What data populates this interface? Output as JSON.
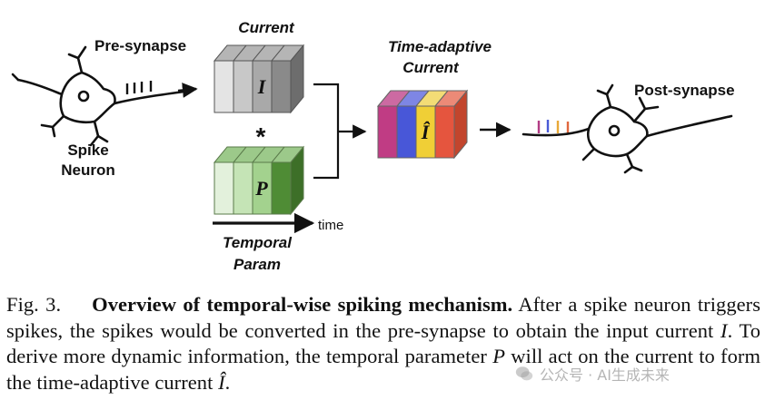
{
  "figure": {
    "labels": {
      "pre_synapse": "Pre-synapse",
      "spike_neuron_line1": "Spike",
      "spike_neuron_line2": "Neuron",
      "current": "Current",
      "current_symbol": "I",
      "operator": "*",
      "param_symbol": "P",
      "time": "time",
      "temporal_param_line1": "Temporal",
      "temporal_param_line2": "Param",
      "time_adaptive_line1": "Time-adaptive",
      "time_adaptive_line2": "Current",
      "adaptive_symbol": "Î",
      "post_synapse": "Post-synapse"
    },
    "colors": {
      "current_blocks": [
        "#e4e4e4",
        "#c8c8c8",
        "#a9a9a9",
        "#8a8a8a"
      ],
      "param_blocks": [
        "#e3f1dc",
        "#c5e4b6",
        "#a3d28e",
        "#4f8c35"
      ],
      "adaptive_blocks": [
        "#c03c84",
        "#4857d8",
        "#f0cf36",
        "#e5553e"
      ],
      "post_spikes": [
        "#b23b84",
        "#4a5ad6",
        "#e9a838",
        "#e0683e"
      ]
    }
  },
  "caption": {
    "fig_num": "Fig. 3.",
    "title": "Overview of temporal-wise spiking mechanism.",
    "text_1": " After a spike neuron triggers spikes, the spikes would be converted in the pre-synapse to obtain the input current ",
    "sym_I": "I",
    "text_2": ". To derive more dynamic information, the temporal parameter ",
    "sym_P": "P",
    "text_3": " will act on the current to form the time-adaptive current ",
    "sym_Ihat": "Î",
    "text_4": "."
  },
  "watermark": {
    "text": "公众号 · AI生成未来"
  }
}
